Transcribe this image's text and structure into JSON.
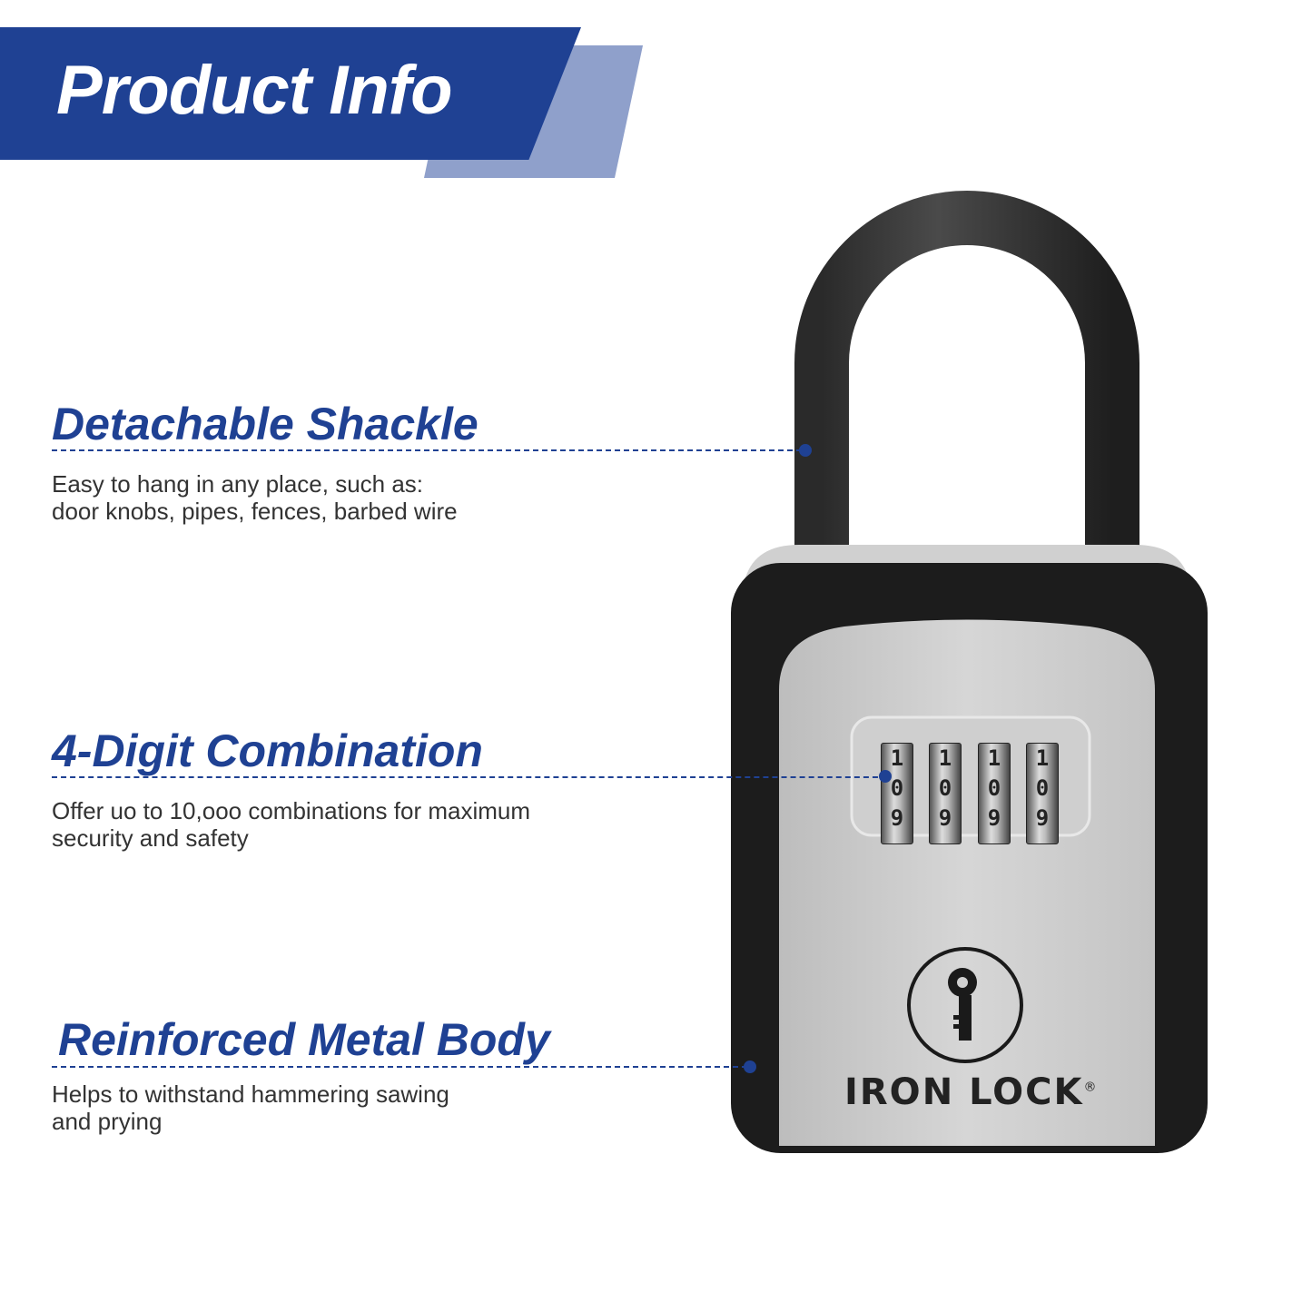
{
  "banner": {
    "title": "Product Info",
    "colors": {
      "primary": "#1f4193",
      "shadow": "#8fa0cb"
    }
  },
  "features": [
    {
      "title": "Detachable Shackle",
      "description": "Easy to hang in any place, such as:\ndoor knobs, pipes, fences, barbed wire"
    },
    {
      "title": "4-Digit Combination",
      "description": "Offer uo to 10,ooo combinations for maximum\nsecurity and safety"
    },
    {
      "title": "Reinforced Metal Body",
      "description": "Helps to withstand hammering sawing\nand prying"
    }
  ],
  "product": {
    "brand": "IRON LOCK",
    "registered_mark": "®",
    "icon": "key-icon",
    "dials": [
      [
        "1",
        "0",
        "9"
      ],
      [
        "1",
        "0",
        "9"
      ],
      [
        "1",
        "0",
        "9"
      ],
      [
        "1",
        "0",
        "9"
      ]
    ]
  }
}
